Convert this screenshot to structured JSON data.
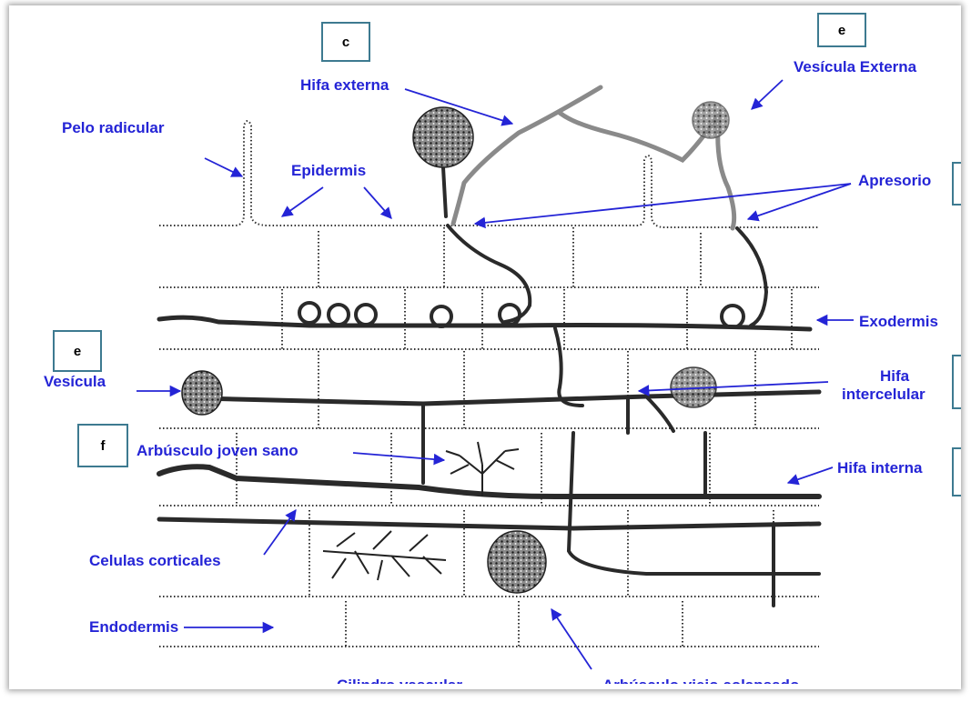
{
  "labels": {
    "hifa_externa": "Hifa externa",
    "vesicula_externa": "Vesícula Externa",
    "pelo_radicular": "Pelo radicular",
    "epidermis": "Epidermis",
    "apresorio": "Apresorio",
    "exodermis": "Exodermis",
    "vesicula": "Vesícula",
    "hifa_intercelular_1": "Hifa",
    "hifa_intercelular_2": "intercelular",
    "arbusculo_joven": "Arbúsculo joven sano",
    "hifa_interna": "Hifa interna",
    "celulas_corticales": "Celulas corticales",
    "endodermis": "Endodermis",
    "cilindro_vascular": "Cilindro vascular",
    "arbusculo_viejo": "Arbúsculo viejo colapsado"
  },
  "tags": {
    "c": "c",
    "e_top": "e",
    "e_left": "e",
    "f": "f"
  },
  "colors": {
    "label": "#2424d6",
    "tag_border": "#3d7a90",
    "ink": "#222222"
  }
}
